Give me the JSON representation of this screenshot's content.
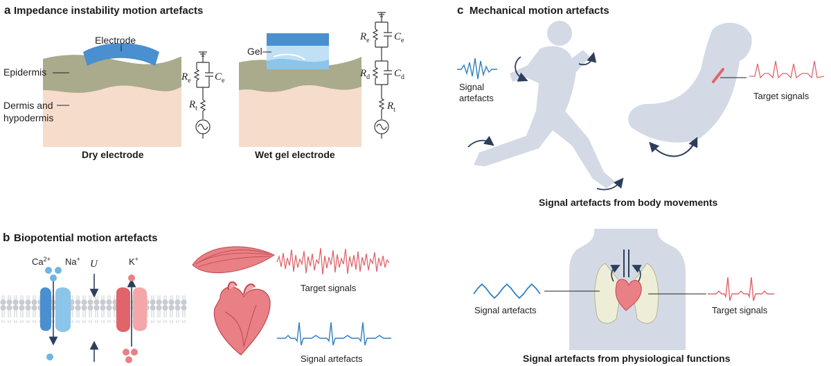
{
  "panel_a": {
    "letter": "a",
    "title": "Impedance instability motion artefacts",
    "electrode_label": "Electrode",
    "gel_label": "Gel",
    "epidermis_label": "Epidermis",
    "dermis_label_line1": "Dermis and",
    "dermis_label_line2": "hypodermis",
    "dry_caption": "Dry electrode",
    "wet_caption": "Wet gel electrode",
    "component_R": "R",
    "component_C": "C",
    "sub_e": "e",
    "sub_t": "t",
    "sub_d": "d"
  },
  "panel_b": {
    "letter": "b",
    "title": "Biopotential motion artefacts",
    "ion_ca": "Ca",
    "ion_ca_charge": "2+",
    "ion_na": "Na",
    "ion_na_charge": "+",
    "ion_k": "K",
    "ion_k_charge": "+",
    "potential_label": "U",
    "target_signals": "Target signals",
    "signal_artefacts": "Signal artefacts"
  },
  "panel_c": {
    "letter": "c",
    "title": "Mechanical motion artefacts",
    "signal_artefacts_line1": "Signal",
    "signal_artefacts_line2": "artefacts",
    "target_signals_top": "Target signals",
    "caption_body": "Signal artefacts from body movements",
    "signal_artefacts_bottom": "Signal artefacts",
    "target_signals_bottom": "Target signals",
    "caption_physio": "Signal artefacts from physiological functions"
  },
  "colors": {
    "electrode_blue": "#4a8fcf",
    "gel_blue": "#bfe0f5",
    "epidermis": "#a9ab8c",
    "dermis": "#f5dccb",
    "body_silhouette": "#d3dae5",
    "target_red": "#e0646a",
    "artefact_blue": "#2f7fc0",
    "arrow_navy": "#2c3e5c"
  }
}
